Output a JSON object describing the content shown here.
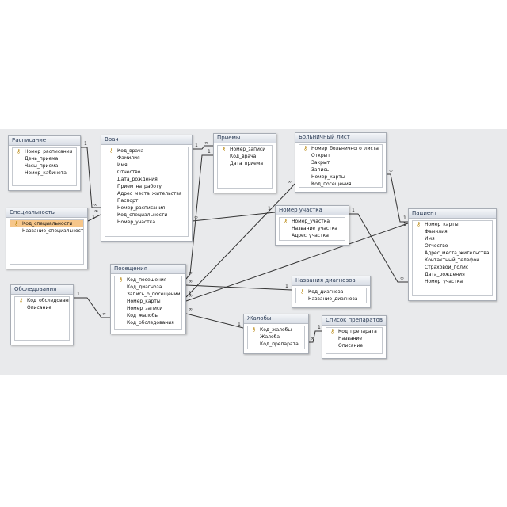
{
  "tables": [
    {
      "id": "raspisanie",
      "title": "Расписание",
      "fields": [
        {
          "name": "Номер_расписания",
          "key": true
        },
        {
          "name": "День_приема"
        },
        {
          "name": "Часы_приема"
        },
        {
          "name": "Номер_кабинета"
        }
      ]
    },
    {
      "id": "vrach",
      "title": "Врач",
      "fields": [
        {
          "name": "Код_врача",
          "key": true
        },
        {
          "name": "Фамилия"
        },
        {
          "name": "Имя"
        },
        {
          "name": "Отчество"
        },
        {
          "name": "Дата_рождения"
        },
        {
          "name": "Прием_на_работу"
        },
        {
          "name": "Адрес_места_жительства"
        },
        {
          "name": "Паспорт"
        },
        {
          "name": "Номер_расписания"
        },
        {
          "name": "Код_специальности"
        },
        {
          "name": "Номер_участка"
        }
      ]
    },
    {
      "id": "priemy",
      "title": "Приемы",
      "fields": [
        {
          "name": "Номер_записи",
          "key": true
        },
        {
          "name": "Код_врача"
        },
        {
          "name": "Дата_приема"
        }
      ]
    },
    {
      "id": "bolnichny",
      "title": "Больничный лист",
      "fields": [
        {
          "name": "Номер_больничного_листа",
          "key": true
        },
        {
          "name": "Открыт"
        },
        {
          "name": "Закрыт"
        },
        {
          "name": "Запись"
        },
        {
          "name": "Номер_карты"
        },
        {
          "name": "Код_посещения"
        }
      ]
    },
    {
      "id": "specialnost",
      "title": "Специальность",
      "fields": [
        {
          "name": "Код_специальности",
          "key": true,
          "selected": true
        },
        {
          "name": "Название_специальности"
        }
      ]
    },
    {
      "id": "uchastok",
      "title": "Номер участка",
      "fields": [
        {
          "name": "Номер_участка",
          "key": true
        },
        {
          "name": "Название_участка"
        },
        {
          "name": "Адрес_участка"
        }
      ]
    },
    {
      "id": "pacient",
      "title": "Пациент",
      "fields": [
        {
          "name": "Номер_карты",
          "key": true
        },
        {
          "name": "Фамилия"
        },
        {
          "name": "Имя"
        },
        {
          "name": "Отчество"
        },
        {
          "name": "Адрес_места_жительства"
        },
        {
          "name": "Контактный_телефон"
        },
        {
          "name": "Страховой_полис"
        },
        {
          "name": "Дата_рождения"
        },
        {
          "name": "Номер_участка"
        }
      ]
    },
    {
      "id": "obsledovaniya",
      "title": "Обследования",
      "fields": [
        {
          "name": "Код_обследования",
          "key": true
        },
        {
          "name": "Описание"
        }
      ]
    },
    {
      "id": "posescheniya",
      "title": "Посещения",
      "fields": [
        {
          "name": "Код_посещения",
          "key": true
        },
        {
          "name": "Код_диагноза"
        },
        {
          "name": "Запись_о_посещении"
        },
        {
          "name": "Номер_карты"
        },
        {
          "name": "Номер_записи"
        },
        {
          "name": "Код_жалобы"
        },
        {
          "name": "Код_обследования"
        }
      ]
    },
    {
      "id": "diagnozy",
      "title": "Названия диагнозов",
      "fields": [
        {
          "name": "Код_диагноза",
          "key": true
        },
        {
          "name": "Название_диагноза"
        }
      ]
    },
    {
      "id": "zhaloby",
      "title": "Жалобы",
      "fields": [
        {
          "name": "Код_жалобы",
          "key": true
        },
        {
          "name": "Жалоба"
        },
        {
          "name": "Код_препарата"
        }
      ]
    },
    {
      "id": "preparaty",
      "title": "Список препаратов",
      "fields": [
        {
          "name": "Код_препарата",
          "key": true
        },
        {
          "name": "Название"
        },
        {
          "name": "Описание"
        }
      ]
    }
  ],
  "relationships": [
    {
      "from": "raspisanie",
      "to": "vrach",
      "one": "1",
      "many": "∞"
    },
    {
      "from": "specialnost",
      "to": "vrach",
      "one": "1",
      "many": "∞"
    },
    {
      "from": "vrach",
      "to": "priemy",
      "one": "1",
      "many": "∞"
    },
    {
      "from": "uchastok",
      "to": "vrach",
      "one": "1",
      "many": "∞"
    },
    {
      "from": "uchastok",
      "to": "pacient",
      "one": "1",
      "many": "∞"
    },
    {
      "from": "pacient",
      "to": "bolnichny",
      "one": "1",
      "many": "∞"
    },
    {
      "from": "pacient",
      "to": "posescheniya",
      "one": "1",
      "many": "∞"
    },
    {
      "from": "obsledovaniya",
      "to": "posescheniya",
      "one": "1",
      "many": "∞"
    },
    {
      "from": "posescheniya",
      "to": "bolnichny",
      "one": "1",
      "many": "∞"
    },
    {
      "from": "priemy",
      "to": "posescheniya",
      "one": "1",
      "many": "∞"
    },
    {
      "from": "diagnozy",
      "to": "posescheniya",
      "one": "1",
      "many": "∞"
    },
    {
      "from": "zhaloby",
      "to": "posescheniya",
      "one": "1",
      "many": "∞"
    },
    {
      "from": "preparaty",
      "to": "zhaloby",
      "one": "1",
      "many": "∞"
    }
  ],
  "colors": {
    "canvas": "#e9eaec",
    "title_bar": "#d8dde5",
    "selected_field": "#f6c68a",
    "line": "#333333"
  }
}
